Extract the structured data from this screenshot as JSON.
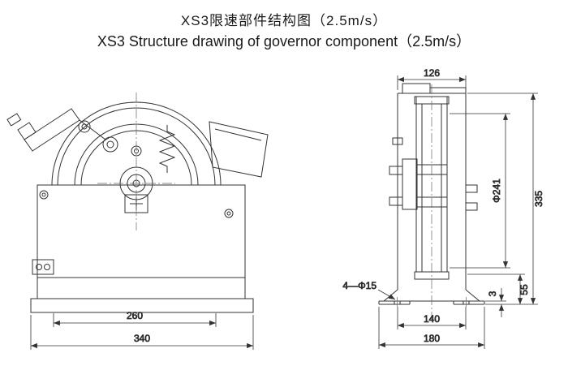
{
  "title": {
    "zh": "XS3限速部件结构图（2.5m/s）",
    "en": "XS3 Structure drawing of governor component（2.5m/s）"
  },
  "dims": {
    "front_inner": "260",
    "front_total": "340",
    "side_top": "126",
    "side_height": "335",
    "wheel_dia": "Φ241",
    "holes": "4—Φ15",
    "plate_thickness": "3",
    "foot_height": "55",
    "base_inner": "140",
    "base_total": "180"
  },
  "colors": {
    "line": "#333333",
    "text": "#111111",
    "background": "#ffffff"
  }
}
